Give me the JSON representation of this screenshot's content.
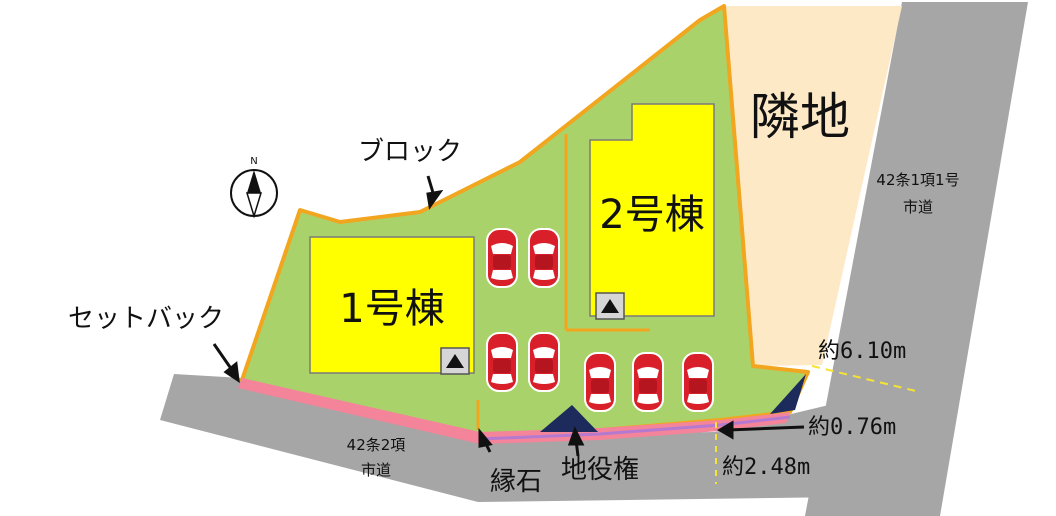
{
  "labels": {
    "north": "N",
    "block": "ブロック",
    "setback": "セットバック",
    "building1": "1号棟",
    "building2": "2号棟",
    "neighbor": "隣地",
    "road_east": [
      "42条1項1号",
      "市道"
    ],
    "road_south": [
      "42条2項",
      "市道"
    ],
    "curb": "縁石",
    "land_right": "地役権",
    "measure_1": "約6.10m",
    "measure_2": "約0.76m",
    "measure_3": "約2.48m"
  },
  "colors": {
    "lot": "#a9d36a",
    "lot_border": "#f2a51f",
    "building": "#ffff00",
    "neighbor": "#fde9c6",
    "road": "#a6a6a6",
    "setback": "#f4849a",
    "car": "#d81f2a",
    "easement": "#1d2a5c",
    "dashed": "#f5e431"
  },
  "icons": [
    "compass-icon",
    "car-icon",
    "entrance-icon",
    "arrow-icon"
  ]
}
